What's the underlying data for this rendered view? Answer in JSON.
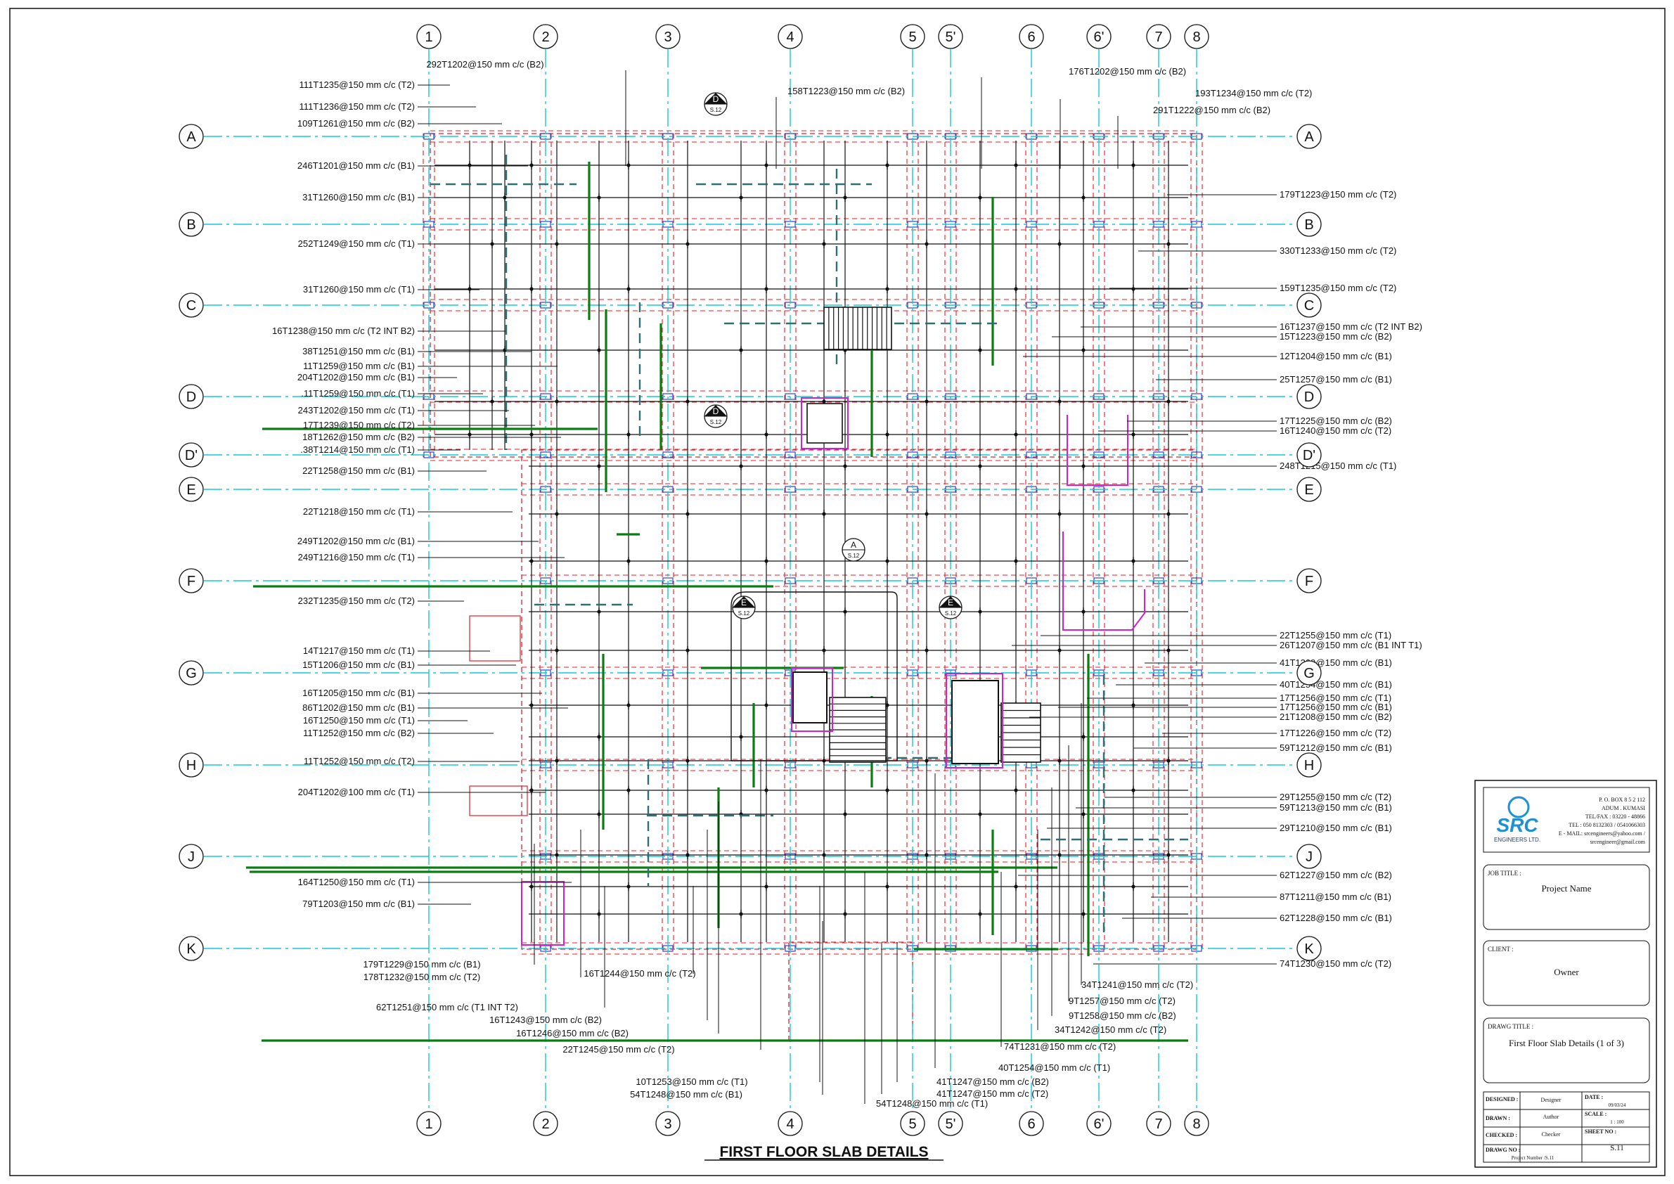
{
  "drawing": {
    "title": "FIRST FLOOR SLAB DETAILS",
    "columns": [
      "1",
      "2",
      "3",
      "4",
      "5",
      "5'",
      "6",
      "6'",
      "7",
      "8"
    ],
    "rows": [
      "A",
      "B",
      "C",
      "D",
      "D'",
      "E",
      "F",
      "G",
      "H",
      "J",
      "K"
    ],
    "section_marks": [
      {
        "letter": "D",
        "sheet": "S.12"
      },
      {
        "letter": "D",
        "sheet": "S.12"
      },
      {
        "letter": "A",
        "sheet": "S.12"
      },
      {
        "letter": "E",
        "sheet": "S.12"
      },
      {
        "letter": "E",
        "sheet": "S.12"
      }
    ]
  },
  "rebar_labels": {
    "left": [
      "111T1235@150 mm c/c (T2)",
      "111T1236@150 mm c/c (T2)",
      "109T1261@150 mm c/c (B2)",
      "246T1201@150 mm c/c (B1)",
      "31T1260@150 mm c/c (B1)",
      "252T1249@150 mm c/c (T1)",
      "31T1260@150 mm c/c (T1)",
      "16T1238@150 mm c/c (T2 INT B2)",
      "38T1251@150 mm c/c (B1)",
      "11T1259@150 mm c/c (B1)",
      "204T1202@150 mm c/c (B1)",
      ".11T1259@150 mm c/c (T1)",
      "243T1202@150 mm c/c (T1)",
      "17T1239@150 mm c/c (T2)",
      "18T1262@150 mm c/c (B2)",
      ".38T1214@150 mm c/c (T1)",
      "22T1258@150 mm c/c (B1)",
      "22T1218@150 mm c/c (T1)",
      "249T1202@150 mm c/c (B1)",
      "249T1216@150 mm c/c (T1)",
      "232T1235@150 mm c/c (T2)",
      "14T1217@150 mm c/c (T1)",
      "15T1206@150 mm c/c (B1)",
      "16T1205@150 mm c/c (B1)",
      "86T1202@150 mm c/c (B1)",
      "16T1250@150 mm c/c (T1)",
      "11T1252@150 mm c/c (B2)",
      "11T1252@150 mm c/c (T2)",
      "204T1202@100 mm c/c (T1)",
      "164T1250@150 mm c/c (T1)",
      "79T1203@150 mm c/c (B1)"
    ],
    "right": [
      "179T1223@150 mm c/c (T2)",
      "330T1233@150 mm c/c (T2)",
      "159T1235@150 mm c/c (T2)",
      "16T1237@150 mm c/c (T2 INT B2)",
      "15T1223@150 mm c/c (B2)",
      "12T1204@150 mm c/c (B1)",
      "25T1257@150 mm c/c (B1)",
      "17T1225@150 mm c/c (B2)",
      "16T1240@150 mm c/c (T2)",
      "248T1215@150 mm c/c (T1)",
      "22T1255@150 mm c/c (T1)",
      "26T1207@150 mm c/c (B1 INT T1)",
      "41T1209@150 mm c/c (B1)",
      "40T1254@150 mm c/c (B1)",
      "17T1256@150 mm c/c (T1)",
      "17T1256@150 mm c/c (B1)",
      "21T1208@150 mm c/c (B2)",
      "17T1226@150 mm c/c (T2)",
      "59T1212@150 mm c/c (B1)",
      "29T1255@150 mm c/c (T2)",
      "59T1213@150 mm c/c (B1)",
      "29T1210@150 mm c/c (B1)",
      "62T1227@150 mm c/c (B2)",
      "87T1211@150 mm c/c (B1)",
      "62T1228@150 mm c/c (B1)",
      "74T1230@150 mm c/c (T2)"
    ],
    "top": [
      "292T1202@150 mm c/c (B2)",
      "158T1223@150 mm c/c (B2)",
      "176T1202@150 mm c/c (B2)",
      "193T1234@150 mm c/c (T2)",
      "291T1222@150 mm c/c (B2)"
    ],
    "bottom": [
      "179T1229@150 mm c/c (B1)",
      "178T1232@150 mm c/c (T2)",
      "62T1251@150 mm c/c (T1 INT T2)",
      "16T1244@150 mm c/c (T2)",
      "16T1243@150 mm c/c (B2)",
      "16T1246@150 mm c/c (B2)",
      "22T1245@150 mm c/c (T2)",
      "10T1253@150 mm c/c (T1)",
      "54T1248@150 mm c/c (B1)",
      "54T1248@150 mm c/c (T1)",
      "41T1247@150 mm c/c (T2)",
      "41T1247@150 mm c/c (B2)",
      "40T1254@150 mm c/c (T1)",
      "74T1231@150 mm c/c (T2)",
      "34T1242@150 mm c/c (T2)",
      "9T1258@150 mm c/c (B2)",
      "9T1257@150 mm c/c (T2)",
      "34T1241@150 mm c/c (T2)"
    ]
  },
  "title_block": {
    "company": {
      "logo_text": "SRC",
      "logo_sub": "ENGINEERS LTD.",
      "address": [
        "P. O. BOX 8 5 2 112",
        "ADUM . KUMASI",
        "TEL/FAX : 03220 - 48866",
        "TEL : 050 8132303 / 0541066303",
        "E - MAIL: srcengineers@yahoo.com /",
        "srcengineer@gmail.com"
      ]
    },
    "job_title_label": "JOB TITLE :",
    "job_title_value": "Project Name",
    "client_label": "CLIENT :",
    "client_value": "Owner",
    "drawing_title_label": "DRAWG TITLE :",
    "drawing_title_value": "First Floor Slab Details (1 of 3)",
    "designed_label": "DESIGNED :",
    "designed_value": "Designer",
    "drawn_label": "DRAWN :",
    "drawn_value": "Author",
    "checked_label": "CHECKED :",
    "checked_value": "Checker",
    "drawing_no_label": "DRAWG NO :",
    "drawing_no_value": "Project Number /S.11",
    "date_label": "DATE :",
    "date_value": "09/03/24",
    "scale_label": "SCALE :",
    "scale_value": "1 : 100",
    "sheet_no_label": "SHEET NO :",
    "sheet_no_value": "S.11"
  },
  "colors": {
    "grid": "#12c9dc",
    "beam": "#e0202a",
    "rebar_green": "#0a7d12",
    "rebar_dashed": "#2e6f73",
    "stair_magenta": "#d11fd1",
    "line": "#111111"
  }
}
